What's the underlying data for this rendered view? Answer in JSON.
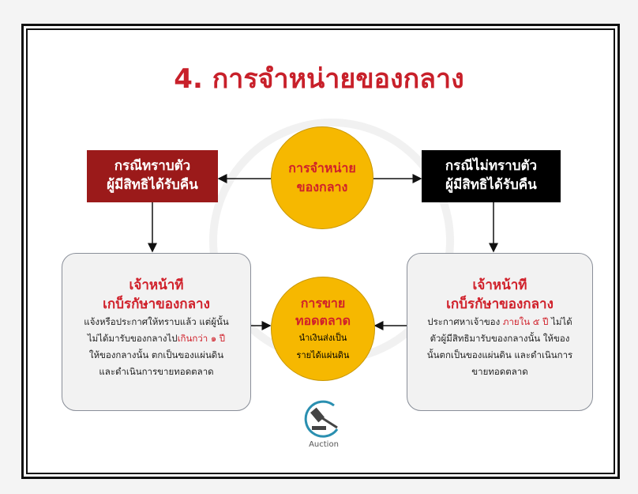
{
  "title": "4. การจำหน่ายของกลาง",
  "center_top": {
    "line1": "การจำหน่าย",
    "line2": "ของกลาง"
  },
  "left_header": {
    "line1": "กรณีทราบตัว",
    "line2": "ผู้มีสิทธิได้รับคืน"
  },
  "right_header": {
    "line1": "กรณีไม่ทราบตัว",
    "line2": "ผู้มีสิทธิได้รับคืน"
  },
  "left_card": {
    "h1": "เจ้าหน้าที",
    "h2": "เกบ็รกัษาของกลาง",
    "l1": "แจ้งหรือประกาศให้ทราบแล้ว  แต่ผู้นั้น",
    "l2a": "ไม่ได้มารับของกลางไป",
    "l2b": "เกินกว่า ๑ ปี",
    "l3": "ให้ของกลางนั้น ตกเป็นของแผ่นดิน",
    "l4": "และดำเนินการขายทอดตลาด"
  },
  "right_card": {
    "h1": "เจ้าหน้าที",
    "h2": "เกบ็รกัษาของกลาง",
    "l1a": "ประกาศหาเจ้าของ ",
    "l1b": "ภายใน ๕ ปี",
    "l1c": " ไม่ได้",
    "l2": "ตัวผู้มีสิทธิมารับของกลางนั้น ให้ของ",
    "l3": "นั้นตกเป็นของแผ่นดิน  และดำเนินการ",
    "l4": "ขายทอดตลาด"
  },
  "center_bottom": {
    "line1": "การขาย",
    "line2": "ทอดตลาด",
    "line3": "นำเงินส่งเป็น",
    "line4": "รายได้แผ่นดิน"
  },
  "logo_label": "Auction",
  "colors": {
    "title": "#c8202a",
    "left_header": "#9b1a1a",
    "right_header": "#000000",
    "circle": "#f6b800"
  }
}
